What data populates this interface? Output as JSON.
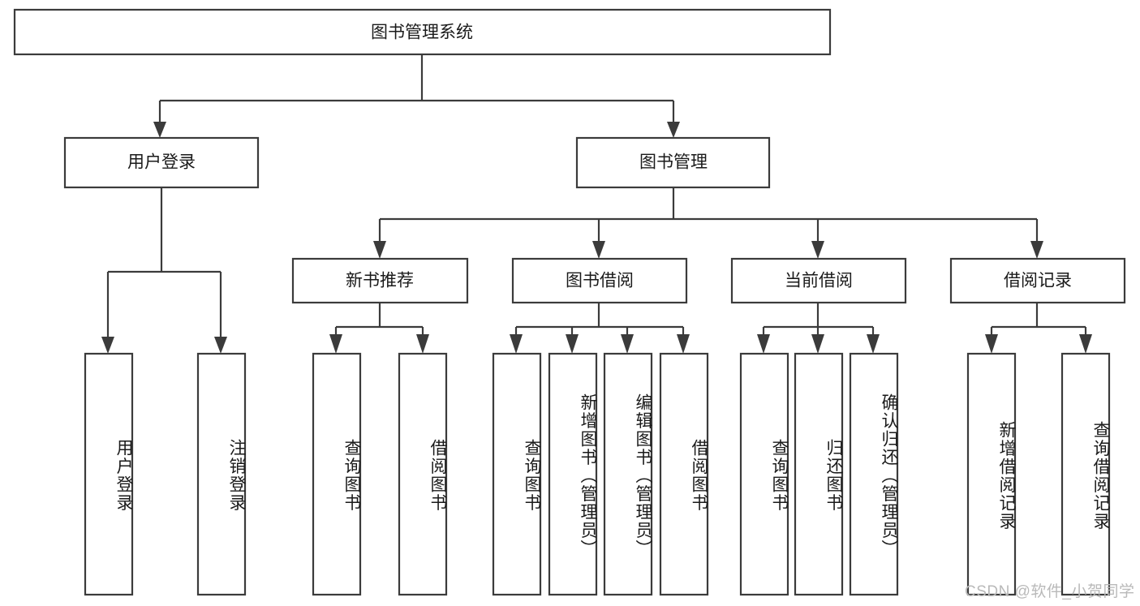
{
  "diagram": {
    "type": "tree",
    "title": "图书管理系统",
    "orientation": "top-down",
    "colors": {
      "stroke": "#3b3b3b",
      "fill": "#ffffff",
      "text": "#1a1a1a",
      "watermark": "#b9b9b9",
      "background": "#ffffff"
    },
    "root": {
      "label": "图书管理系统"
    },
    "level2": [
      {
        "label": "用户登录"
      },
      {
        "label": "图书管理"
      }
    ],
    "level3": [
      {
        "label": "新书推荐"
      },
      {
        "label": "图书借阅"
      },
      {
        "label": "当前借阅"
      },
      {
        "label": "借阅记录"
      }
    ],
    "leaves": {
      "user_login": [
        {
          "label": "用户登录"
        },
        {
          "label": "注销登录"
        }
      ],
      "new_book_recommend": [
        {
          "label": "查询图书"
        },
        {
          "label": "借阅图书"
        }
      ],
      "book_borrow": [
        {
          "label": "查询图书"
        },
        {
          "label": "新增图书（管理员）"
        },
        {
          "label": "编辑图书（管理员）"
        },
        {
          "label": "借阅图书"
        }
      ],
      "current_borrow": [
        {
          "label": "查询图书"
        },
        {
          "label": "归还图书"
        },
        {
          "label": "确认归还（管理员）"
        }
      ],
      "borrow_record": [
        {
          "label": "新增借阅记录"
        },
        {
          "label": "查询借阅记录"
        }
      ]
    }
  },
  "watermark": {
    "text": "CSDN @软件_小贺同学"
  }
}
